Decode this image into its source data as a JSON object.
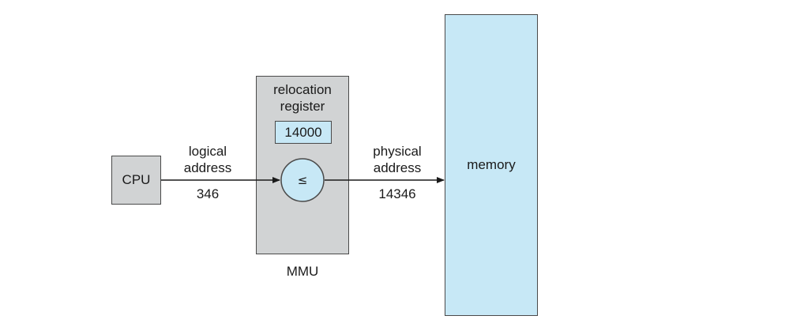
{
  "cpu": {
    "label": "CPU"
  },
  "logical": {
    "line1": "logical",
    "line2": "address",
    "value": "346"
  },
  "mmu": {
    "register_line1": "relocation",
    "register_line2": "register",
    "register_value": "14000",
    "adder_symbol": "≤",
    "label": "MMU"
  },
  "physical": {
    "line1": "physical",
    "line2": "address",
    "value": "14346"
  },
  "memory": {
    "label": "memory"
  },
  "colors": {
    "gray_box": "#d1d3d4",
    "blue_box": "#c7e8f6",
    "stroke": "#4a4a4a"
  }
}
